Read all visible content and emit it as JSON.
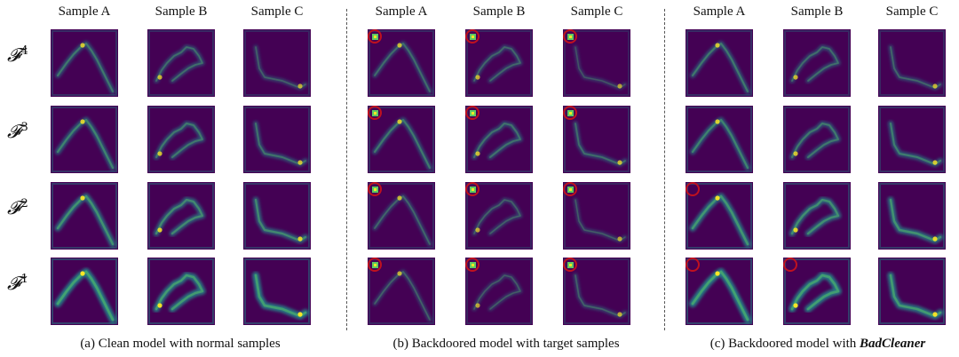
{
  "panels": [
    {
      "id": "a",
      "columns": [
        "Sample A",
        "Sample B",
        "Sample C"
      ],
      "caption": "(a) Clean model with normal samples",
      "trigger_circles": [
        [
          false,
          false,
          false
        ],
        [
          false,
          false,
          false
        ],
        [
          false,
          false,
          false
        ],
        [
          false,
          false,
          false
        ]
      ],
      "brightness": [
        [
          0.55,
          0.45,
          0.35
        ],
        [
          0.65,
          0.55,
          0.5
        ],
        [
          0.8,
          0.7,
          0.7
        ],
        [
          1.0,
          0.9,
          0.95
        ]
      ]
    },
    {
      "id": "b",
      "columns": [
        "Sample A",
        "Sample B",
        "Sample C"
      ],
      "caption": "(b) Backdoored model with target samples",
      "trigger_circles": [
        [
          true,
          true,
          true
        ],
        [
          true,
          true,
          true
        ],
        [
          true,
          true,
          true
        ],
        [
          true,
          true,
          true
        ]
      ],
      "brightness": [
        [
          0.45,
          0.4,
          0.25
        ],
        [
          0.55,
          0.5,
          0.45
        ],
        [
          0.4,
          0.35,
          0.3
        ],
        [
          0.35,
          0.3,
          0.35
        ]
      ]
    },
    {
      "id": "c",
      "columns": [
        "Sample A",
        "Sample B",
        "Sample C"
      ],
      "caption_prefix": "(c) Backdoored model with ",
      "caption_emph": "BadCleaner",
      "trigger_circles": [
        [
          false,
          false,
          false
        ],
        [
          false,
          false,
          false
        ],
        [
          true,
          false,
          false
        ],
        [
          true,
          true,
          false
        ]
      ],
      "brightness": [
        [
          0.55,
          0.45,
          0.4
        ],
        [
          0.65,
          0.55,
          0.6
        ],
        [
          0.85,
          0.75,
          0.8
        ],
        [
          1.0,
          0.95,
          0.9
        ]
      ]
    }
  ],
  "rows": [
    {
      "base": "𝓕",
      "sup": "4"
    },
    {
      "base": "𝓕",
      "sup": "3"
    },
    {
      "base": "𝓕",
      "sup": "2"
    },
    {
      "base": "𝓕",
      "sup": "1"
    }
  ],
  "colors": {
    "bg": "#440154",
    "mid": "#21918c",
    "hi": "#fde725",
    "circle": "#c0111f"
  }
}
